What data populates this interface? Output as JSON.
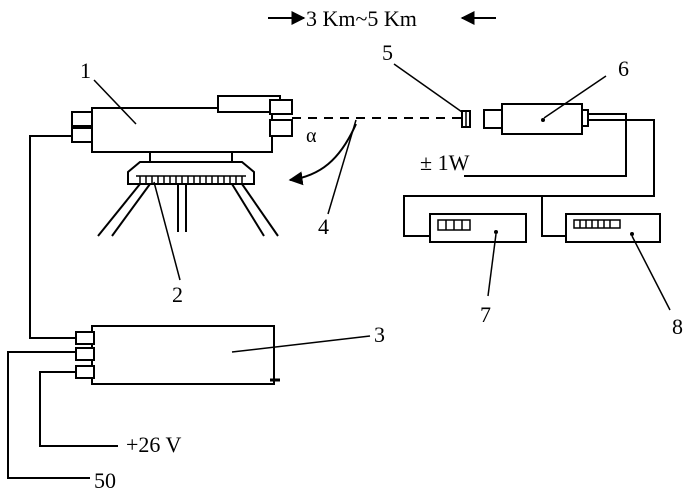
{
  "diagram": {
    "distance_label": "3 Km~5 Km",
    "angle_label": "α",
    "power_label": "± 1W",
    "voltage_label": "+26 V",
    "frequency_label": "50",
    "callouts": {
      "c1": "1",
      "c2": "2",
      "c3": "3",
      "c4": "4",
      "c5": "5",
      "c6": "6",
      "c7": "7",
      "c8": "8"
    }
  }
}
